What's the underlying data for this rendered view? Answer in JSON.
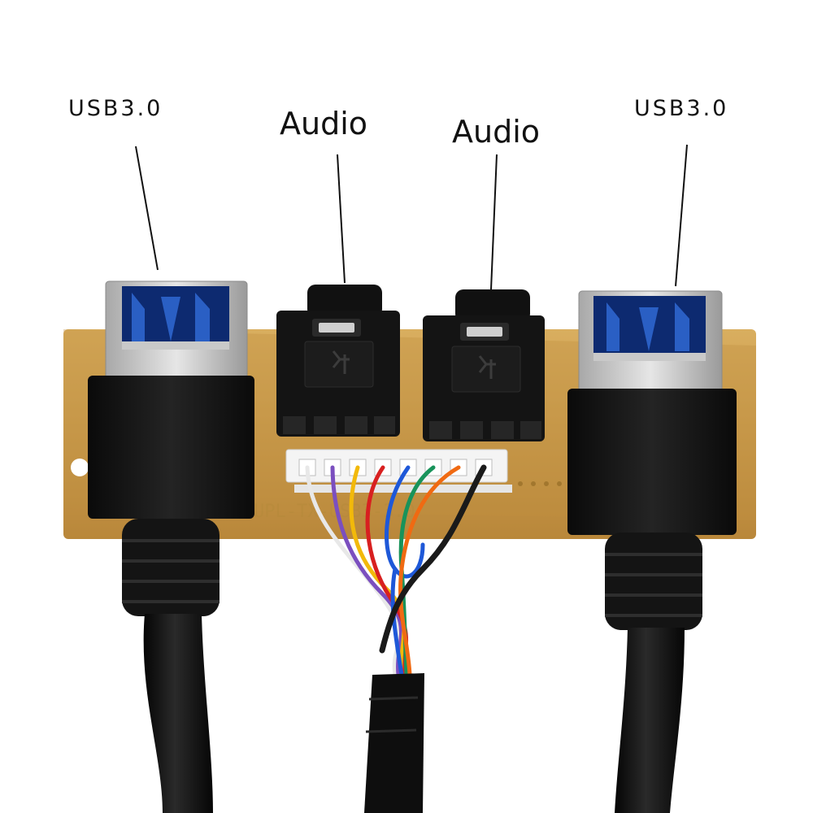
{
  "labels": {
    "usb_left": "USB3.0",
    "audio_1": "Audio",
    "audio_2": "Audio",
    "usb_right": "USB3.0"
  },
  "colors": {
    "background": "#ffffff",
    "pcb": "#c99a4b",
    "connector_black": "#141414",
    "usb_metal": "#d0d0d0",
    "usb_insert_blue": "#1f4ea3"
  },
  "wire_colors": [
    "#e8e8e8",
    "#7b4fbf",
    "#f2b90a",
    "#d82020",
    "#1e58d8",
    "#18935a",
    "#f06a12",
    "#1a1a1a"
  ]
}
